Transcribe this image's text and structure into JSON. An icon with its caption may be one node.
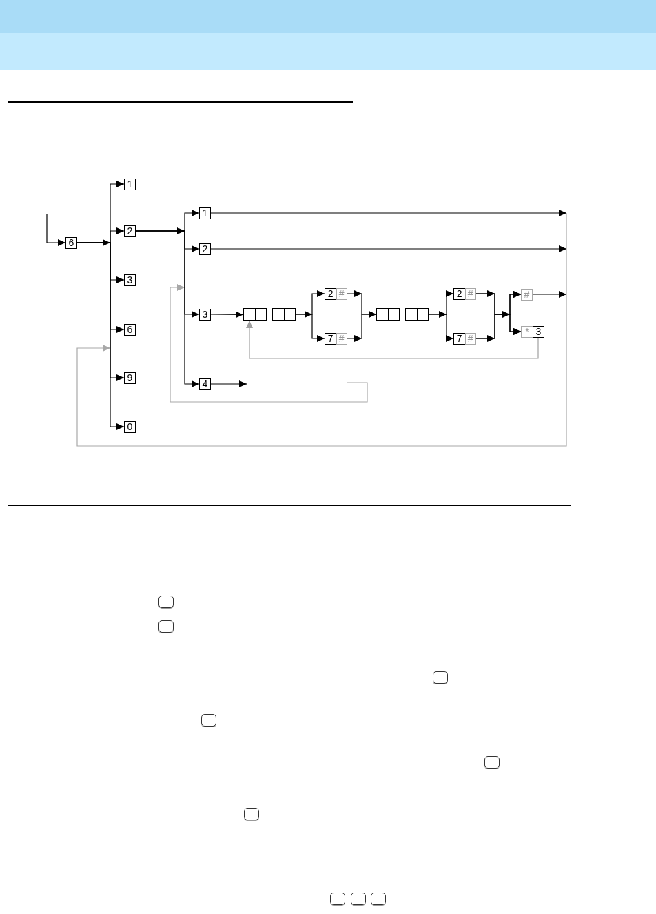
{
  "diagram": {
    "nodes": [
      {
        "text": [
          "6"
        ]
      },
      {
        "text": [
          "1"
        ]
      },
      {
        "text": [
          "2"
        ]
      },
      {
        "text": [
          "3"
        ]
      },
      {
        "text": [
          "6"
        ]
      },
      {
        "text": [
          "9"
        ]
      },
      {
        "text": [
          "0"
        ]
      },
      {
        "text": [
          "1"
        ]
      },
      {
        "text": [
          "2"
        ]
      },
      {
        "text": [
          "3"
        ]
      },
      {
        "text": [
          "4"
        ]
      },
      {
        "text": [],
        "shape": "box"
      },
      {
        "text": [],
        "shape": "box"
      },
      {
        "text": [
          "2",
          "#"
        ]
      },
      {
        "text": [
          "7",
          "#"
        ]
      },
      {
        "text": [],
        "shape": "box"
      },
      {
        "text": [],
        "shape": "box"
      },
      {
        "text": [
          "2",
          "#"
        ]
      },
      {
        "text": [
          "7",
          "#"
        ]
      },
      {
        "text": [
          "#"
        ]
      },
      {
        "text": [
          "*",
          "3"
        ]
      }
    ],
    "edges": [
      {
        "from": null,
        "to": 0,
        "arrow": "to"
      },
      {
        "from": 0,
        "to": 1,
        "arrow": "to"
      },
      {
        "from": 0,
        "to": 2,
        "arrow": "to"
      },
      {
        "from": 0,
        "to": 3,
        "arrow": "to"
      },
      {
        "from": 0,
        "to": 4,
        "arrow": "to"
      },
      {
        "from": 0,
        "to": 5,
        "arrow": "to"
      },
      {
        "from": 0,
        "to": 6,
        "arrow": "to"
      },
      {
        "from": 2,
        "to": 7,
        "arrow": "to"
      },
      {
        "from": 2,
        "to": 8,
        "arrow": "to"
      },
      {
        "from": 2,
        "to": 9,
        "arrow": "to"
      },
      {
        "from": 2,
        "to": 10,
        "arrow": "to"
      },
      {
        "from": 7,
        "to": null,
        "arrow": "to"
      },
      {
        "from": 8,
        "to": null,
        "arrow": "to"
      },
      {
        "from": 9,
        "to": 11,
        "arrow": "to"
      },
      {
        "from": 12,
        "to": 13,
        "arrow": "to"
      },
      {
        "from": 12,
        "to": 14,
        "arrow": "to"
      },
      {
        "from": 13,
        "to": 15,
        "arrow": "to"
      },
      {
        "from": 14,
        "to": 15,
        "arrow": "to"
      },
      {
        "from": 16,
        "to": 17,
        "arrow": "to"
      },
      {
        "from": 16,
        "to": 18,
        "arrow": "to"
      },
      {
        "from": 17,
        "to": 19,
        "arrow": "to"
      },
      {
        "from": 17,
        "to": 20,
        "arrow": "to"
      },
      {
        "from": 18,
        "to": 19,
        "arrow": "to"
      },
      {
        "from": 18,
        "to": 20,
        "arrow": "to"
      },
      {
        "from": 19,
        "to": null,
        "arrow": "to"
      },
      {
        "from": 20,
        "to": 11,
        "arrow": "to",
        "color": "#a0a0a0"
      },
      {
        "from": 10,
        "to": null,
        "arrow": "to"
      }
    ]
  }
}
